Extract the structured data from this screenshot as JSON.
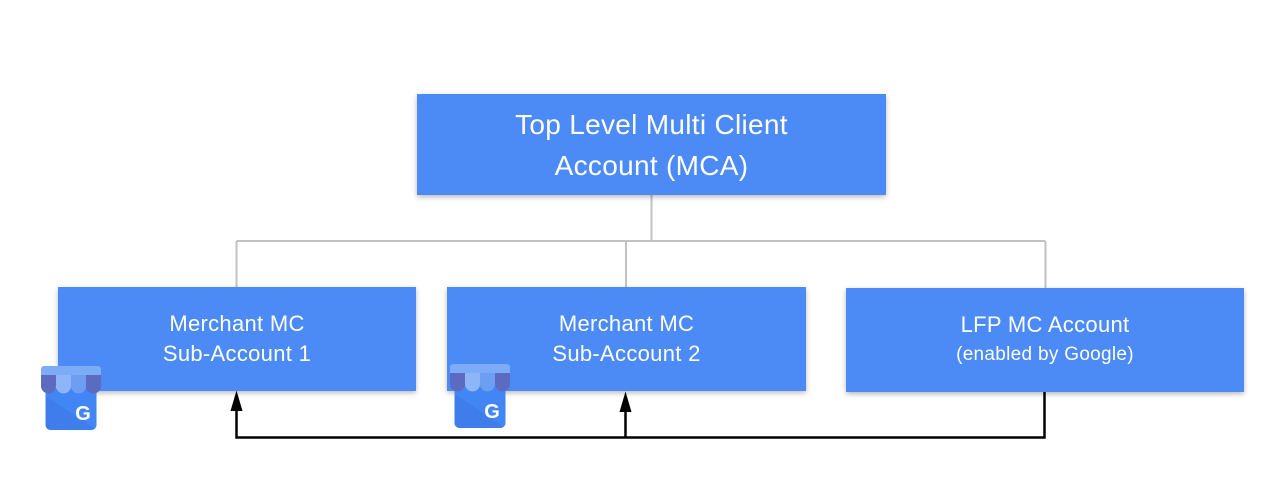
{
  "colors": {
    "canvas_bg": "#ffffff",
    "box_fill": "#4c8bf5",
    "box_text": "#ffffff",
    "connector_gray": "#c2c2c2",
    "connector_black": "#000000",
    "gmb_awning_band": "#7cacf8",
    "gmb_awning_dark": "#5c6bc0",
    "gmb_awning_light": "#8fb5f9",
    "gmb_awning_mid": "#6d9ef2",
    "gmb_body": "#4285f4",
    "gmb_fold": "#3d76e3",
    "gmb_letter": "#ffffff"
  },
  "nodes": {
    "mca": {
      "line1": "Top Level Multi Client",
      "line2": "Account (MCA)"
    },
    "sub1": {
      "line1": "Merchant MC",
      "line2": "Sub-Account 1"
    },
    "sub2": {
      "line1": "Merchant MC",
      "line2": "Sub-Account 2"
    },
    "lfp": {
      "line1": "LFP MC Account",
      "line2": "(enabled by Google)"
    }
  },
  "icons": {
    "business_profile": {
      "name": "google-business-storefront-icon",
      "letter": "G"
    }
  }
}
